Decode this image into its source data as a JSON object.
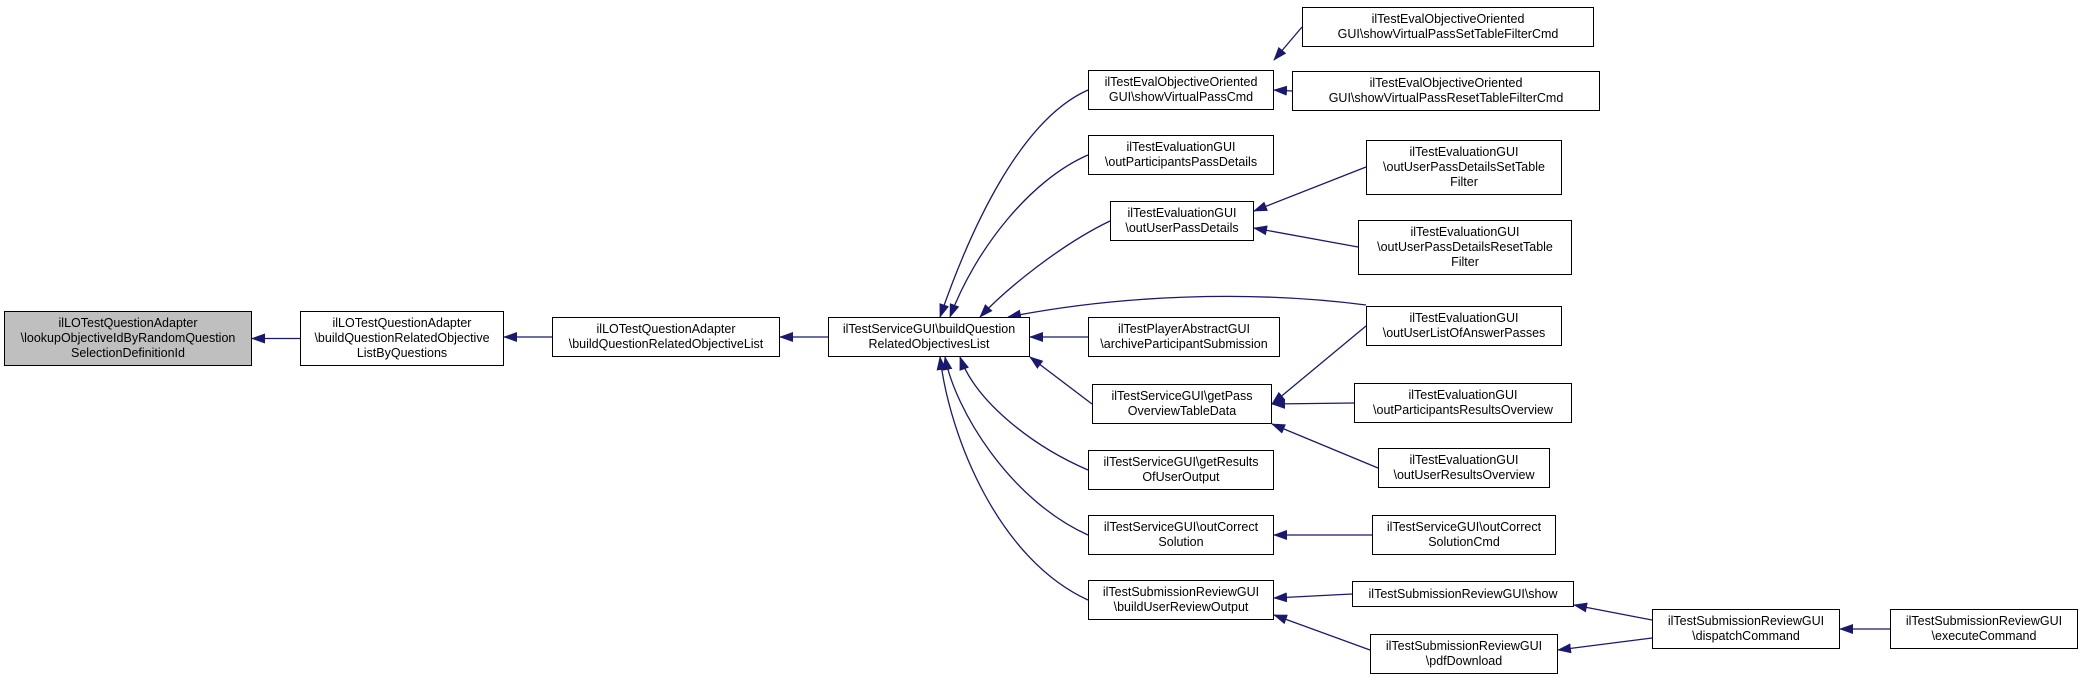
{
  "colors": {
    "edge": "#191970",
    "node_border": "#000000",
    "root_fill": "#bfbfbf",
    "node_fill": "#ffffff"
  },
  "nodes": {
    "n_root": "ilLOTestQuestionAdapter\n\\lookupObjectiveIdByRandomQuestion\nSelectionDefinitionId",
    "n_byq": "ilLOTestQuestionAdapter\n\\buildQuestionRelatedObjective\nListByQuestions",
    "n_brol": "ilLOTestQuestionAdapter\n\\buildQuestionRelatedObjectiveList",
    "n_tsbq": "ilTestServiceGUI\\buildQuestion\nRelatedObjectivesList",
    "n_svp": "ilTestEvalObjectiveOriented\nGUI\\showVirtualPassCmd",
    "n_svpset": "ilTestEvalObjectiveOriented\nGUI\\showVirtualPassSetTableFilterCmd",
    "n_svpreset": "ilTestEvalObjectiveOriented\nGUI\\showVirtualPassResetTableFilterCmd",
    "n_oppd": "ilTestEvaluationGUI\n\\outParticipantsPassDetails",
    "n_oupd": "ilTestEvaluationGUI\n\\outUserPassDetails",
    "n_oupdset": "ilTestEvaluationGUI\n\\outUserPassDetailsSetTable\nFilter",
    "n_oupdreset": "ilTestEvaluationGUI\n\\outUserPassDetailsResetTable\nFilter",
    "n_olap": "ilTestEvaluationGUI\n\\outUserListOfAnswerPasses",
    "n_apas": "ilTestPlayerAbstractGUI\n\\archiveParticipantSubmission",
    "n_gpot": "ilTestServiceGUI\\getPass\nOverviewTableData",
    "n_opro": "ilTestEvaluationGUI\n\\outParticipantsResultsOverview",
    "n_ouro": "ilTestEvaluationGUI\n\\outUserResultsOverview",
    "n_grou": "ilTestServiceGUI\\getResults\nOfUserOutput",
    "n_ocs": "ilTestServiceGUI\\outCorrect\nSolution",
    "n_ocscmd": "ilTestServiceGUI\\outCorrect\nSolutionCmd",
    "n_buro": "ilTestSubmissionReviewGUI\n\\buildUserReviewOutput",
    "n_show": "ilTestSubmissionReviewGUI\\show",
    "n_pdf": "ilTestSubmissionReviewGUI\n\\pdfDownload",
    "n_disp": "ilTestSubmissionReviewGUI\n\\dispatchCommand",
    "n_exec": "ilTestSubmissionReviewGUI\n\\executeCommand"
  }
}
